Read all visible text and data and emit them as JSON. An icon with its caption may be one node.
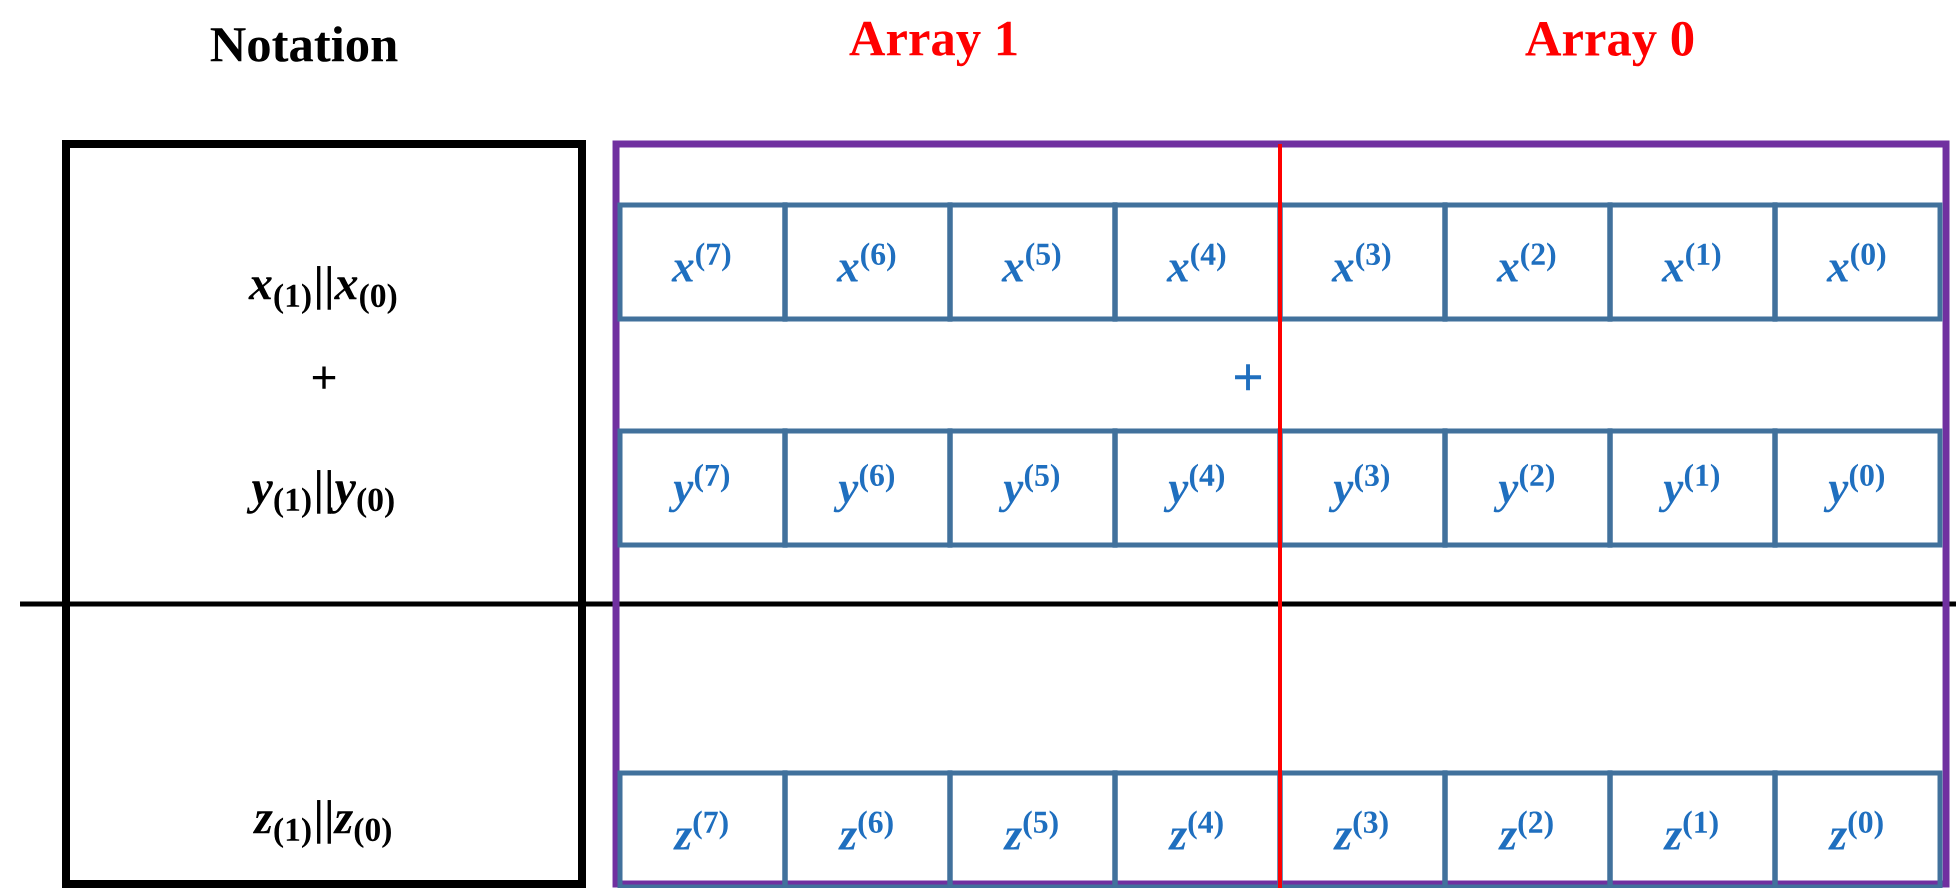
{
  "diagram": {
    "nodes": [
      {
        "text": [
          "*x*$_{(1)}$||*x*$_{(0)}$",
          "+",
          "*y*$_{(1)}$||*y*$_{(0)}$",
          "*z*$_{(1)}$||*z*$_{(0)}$"
        ]
      },
      {
        "text": [],
        "shape": "box"
      },
      {
        "text": [
          "*x*$^{(7)}$"
        ],
        "in": 1
      },
      {
        "text": [
          "*x*$^{(6)}$"
        ],
        "in": 1
      },
      {
        "text": [
          "*x*$^{(5)}$"
        ],
        "in": 1
      },
      {
        "text": [
          "*x*$^{(4)}$"
        ],
        "in": 1
      },
      {
        "text": [
          "*x*$^{(3)}$"
        ],
        "in": 1
      },
      {
        "text": [
          "*x*$^{(2)}$"
        ],
        "in": 1
      },
      {
        "text": [
          "*x*$^{(1)}$"
        ],
        "in": 1
      },
      {
        "text": [
          "*x*$^{(0)}$"
        ],
        "in": 1
      },
      {
        "text": [
          "*y*$^{(7)}$"
        ],
        "in": 1
      },
      {
        "text": [
          "*y*$^{(6)}$"
        ],
        "in": 1
      },
      {
        "text": [
          "*y*$^{(5)}$"
        ],
        "in": 1
      },
      {
        "text": [
          "*y*$^{(4)}$"
        ],
        "in": 1
      },
      {
        "text": [
          "*y*$^{(3)}$"
        ],
        "in": 1
      },
      {
        "text": [
          "*y*$^{(2)}$"
        ],
        "in": 1
      },
      {
        "text": [
          "*y*$^{(1)}$"
        ],
        "in": 1
      },
      {
        "text": [
          "*y*$^{(0)}$"
        ],
        "in": 1
      },
      {
        "text": [
          "*z*$^{(7)}$"
        ],
        "in": 1
      },
      {
        "text": [
          "*z*$^{(6)}$"
        ],
        "in": 1
      },
      {
        "text": [
          "*z*$^{(5)}$"
        ],
        "in": 1
      },
      {
        "text": [
          "*z*$^{(4)}$"
        ],
        "in": 1
      },
      {
        "text": [
          "*z*$^{(3)}$"
        ],
        "in": 1
      },
      {
        "text": [
          "*z*$^{(2)}$"
        ],
        "in": 1
      },
      {
        "text": [
          "*z*$^{(1)}$"
        ],
        "in": 1
      },
      {
        "text": [
          "*z*$^{(0)}$"
        ],
        "in": 1
      }
    ],
    "labels": [
      "Notation",
      "Array 1",
      "Array 0",
      "+"
    ]
  }
}
